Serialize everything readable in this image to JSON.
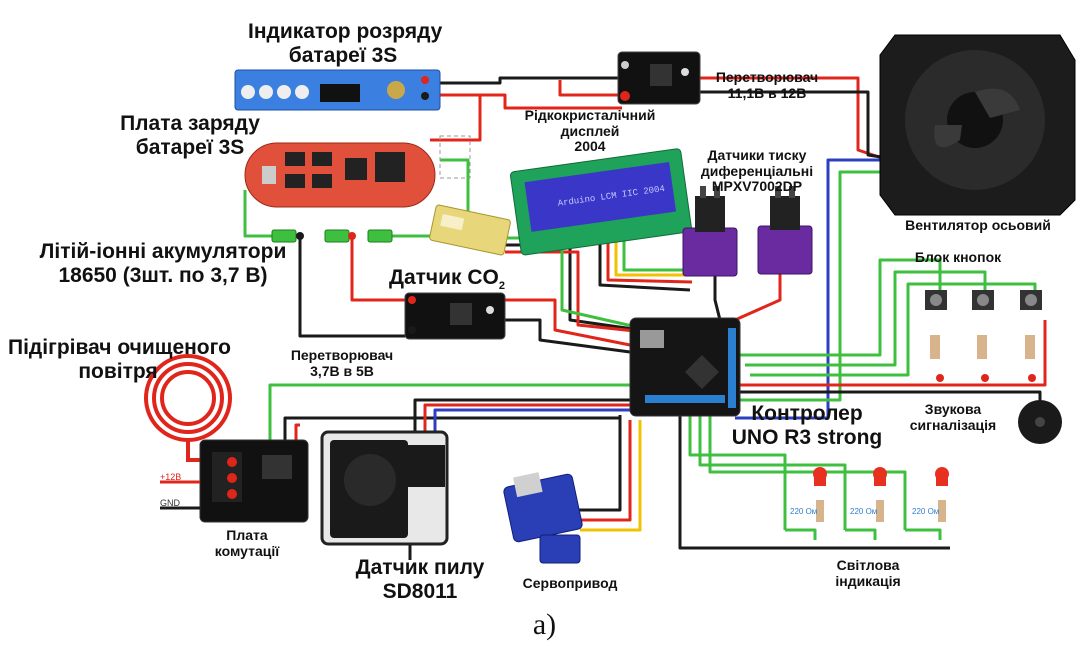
{
  "labels": {
    "battery_indicator": [
      "Індикатор розряду",
      "батареї 3S"
    ],
    "charge_board": [
      "Плата заряду",
      "батареї 3S"
    ],
    "converter_12v": [
      "Перетворювач",
      "11,1В в 12В"
    ],
    "lcd": [
      "Рідкокристалічний",
      "дисплей",
      "2004"
    ],
    "pressure_sensors": [
      "Датчики тиску",
      "диференціальні",
      "MPXV7002DP"
    ],
    "fan": "Вентилятор осьовий",
    "batteries": [
      "Літій-іонні акумулятори",
      "18650 (3шт. по 3,7 В)"
    ],
    "co2_sensor": "Датчик CO",
    "co2_subscript": "2",
    "button_block": "Блок кнопок",
    "heater": [
      "Підігрівач очищеного",
      "повітря"
    ],
    "converter_5v": [
      "Перетворювач",
      "3,7В в 5В"
    ],
    "controller": [
      "Контролер",
      "UNO R3 strong"
    ],
    "buzzer": [
      "Звукова",
      "сигналізація"
    ],
    "switch_board": [
      "Плата",
      "комутації"
    ],
    "dust_sensor": [
      "Датчик пилу",
      "SD8011"
    ],
    "servo": "Сервопривод",
    "led_indication": [
      "Світлова",
      "індикація"
    ]
  },
  "component_text": {
    "lcd_screen": "Arduino LCM IIC 2004",
    "plus12": "+12B",
    "gnd": "GND",
    "resistor_led": "220 Ом"
  },
  "caption": "а)",
  "colors": {
    "wire_red": "#e0251b",
    "wire_black": "#1a1a1a",
    "wire_green": "#3fbf3f",
    "wire_blue": "#2b3fbf",
    "wire_yellow": "#f2c200",
    "board_dark": "#151515",
    "pcb_blue": "#3b7fe0",
    "pcb_purple": "#6a2aa0",
    "lcd_blue": "#3a36c8",
    "pcb_red": "#e0503a",
    "servo_blue": "#2a3fb5",
    "led_red": "#e83020"
  }
}
